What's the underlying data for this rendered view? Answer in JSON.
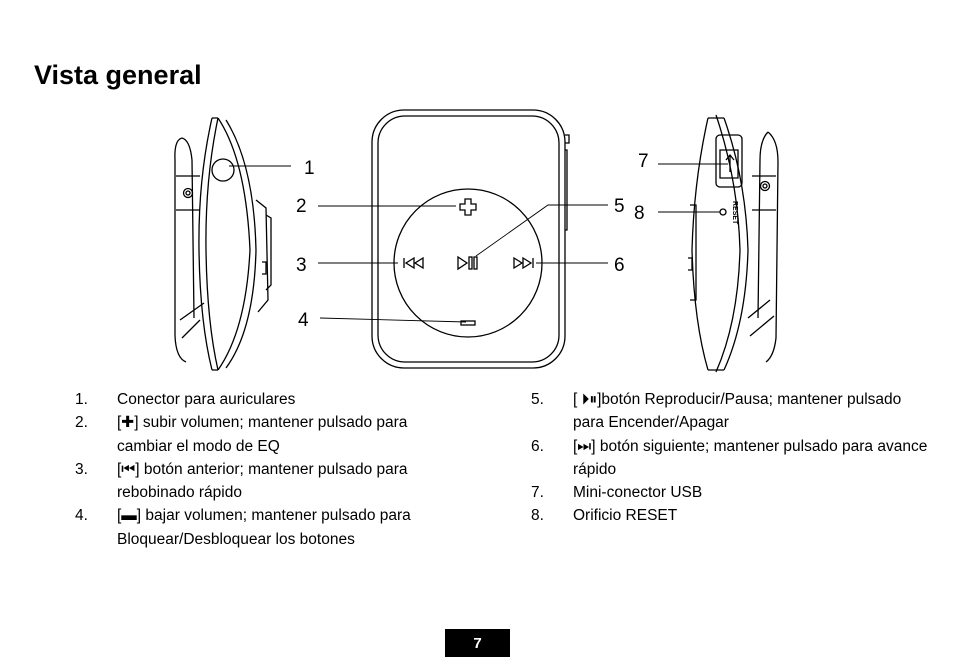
{
  "page": {
    "title": "Vista general",
    "page_number": "7"
  },
  "callouts": {
    "c1": "1",
    "c2": "2",
    "c3": "3",
    "c4": "4",
    "c5": "5",
    "c6": "6",
    "c7": "7",
    "c8": "8"
  },
  "device": {
    "reset_label": "RESET"
  },
  "items_left": [
    {
      "num": "1.",
      "text": "Conector para auriculares"
    },
    {
      "num": "2.",
      "text": "[✚] subir volumen; mantener pulsado para cambiar el modo de EQ"
    },
    {
      "num": "3.",
      "text": "[⏮] botón anterior; mantener pulsado para rebobinado rápido"
    },
    {
      "num": "4.",
      "text": "[▬] bajar volumen; mantener pulsado para Bloquear/Desbloquear los botones"
    }
  ],
  "items_right": [
    {
      "num": "5.",
      "text": "[ ⏵⏸]botón Reproducir/Pausa; mantener pulsado para Encender/Apagar"
    },
    {
      "num": "6.",
      "text": "[⏭] botón siguiente; mantener pulsado para avance rápido"
    },
    {
      "num": "7.",
      "text": "Mini-conector USB"
    },
    {
      "num": "8.",
      "text": "Orificio RESET"
    }
  ]
}
